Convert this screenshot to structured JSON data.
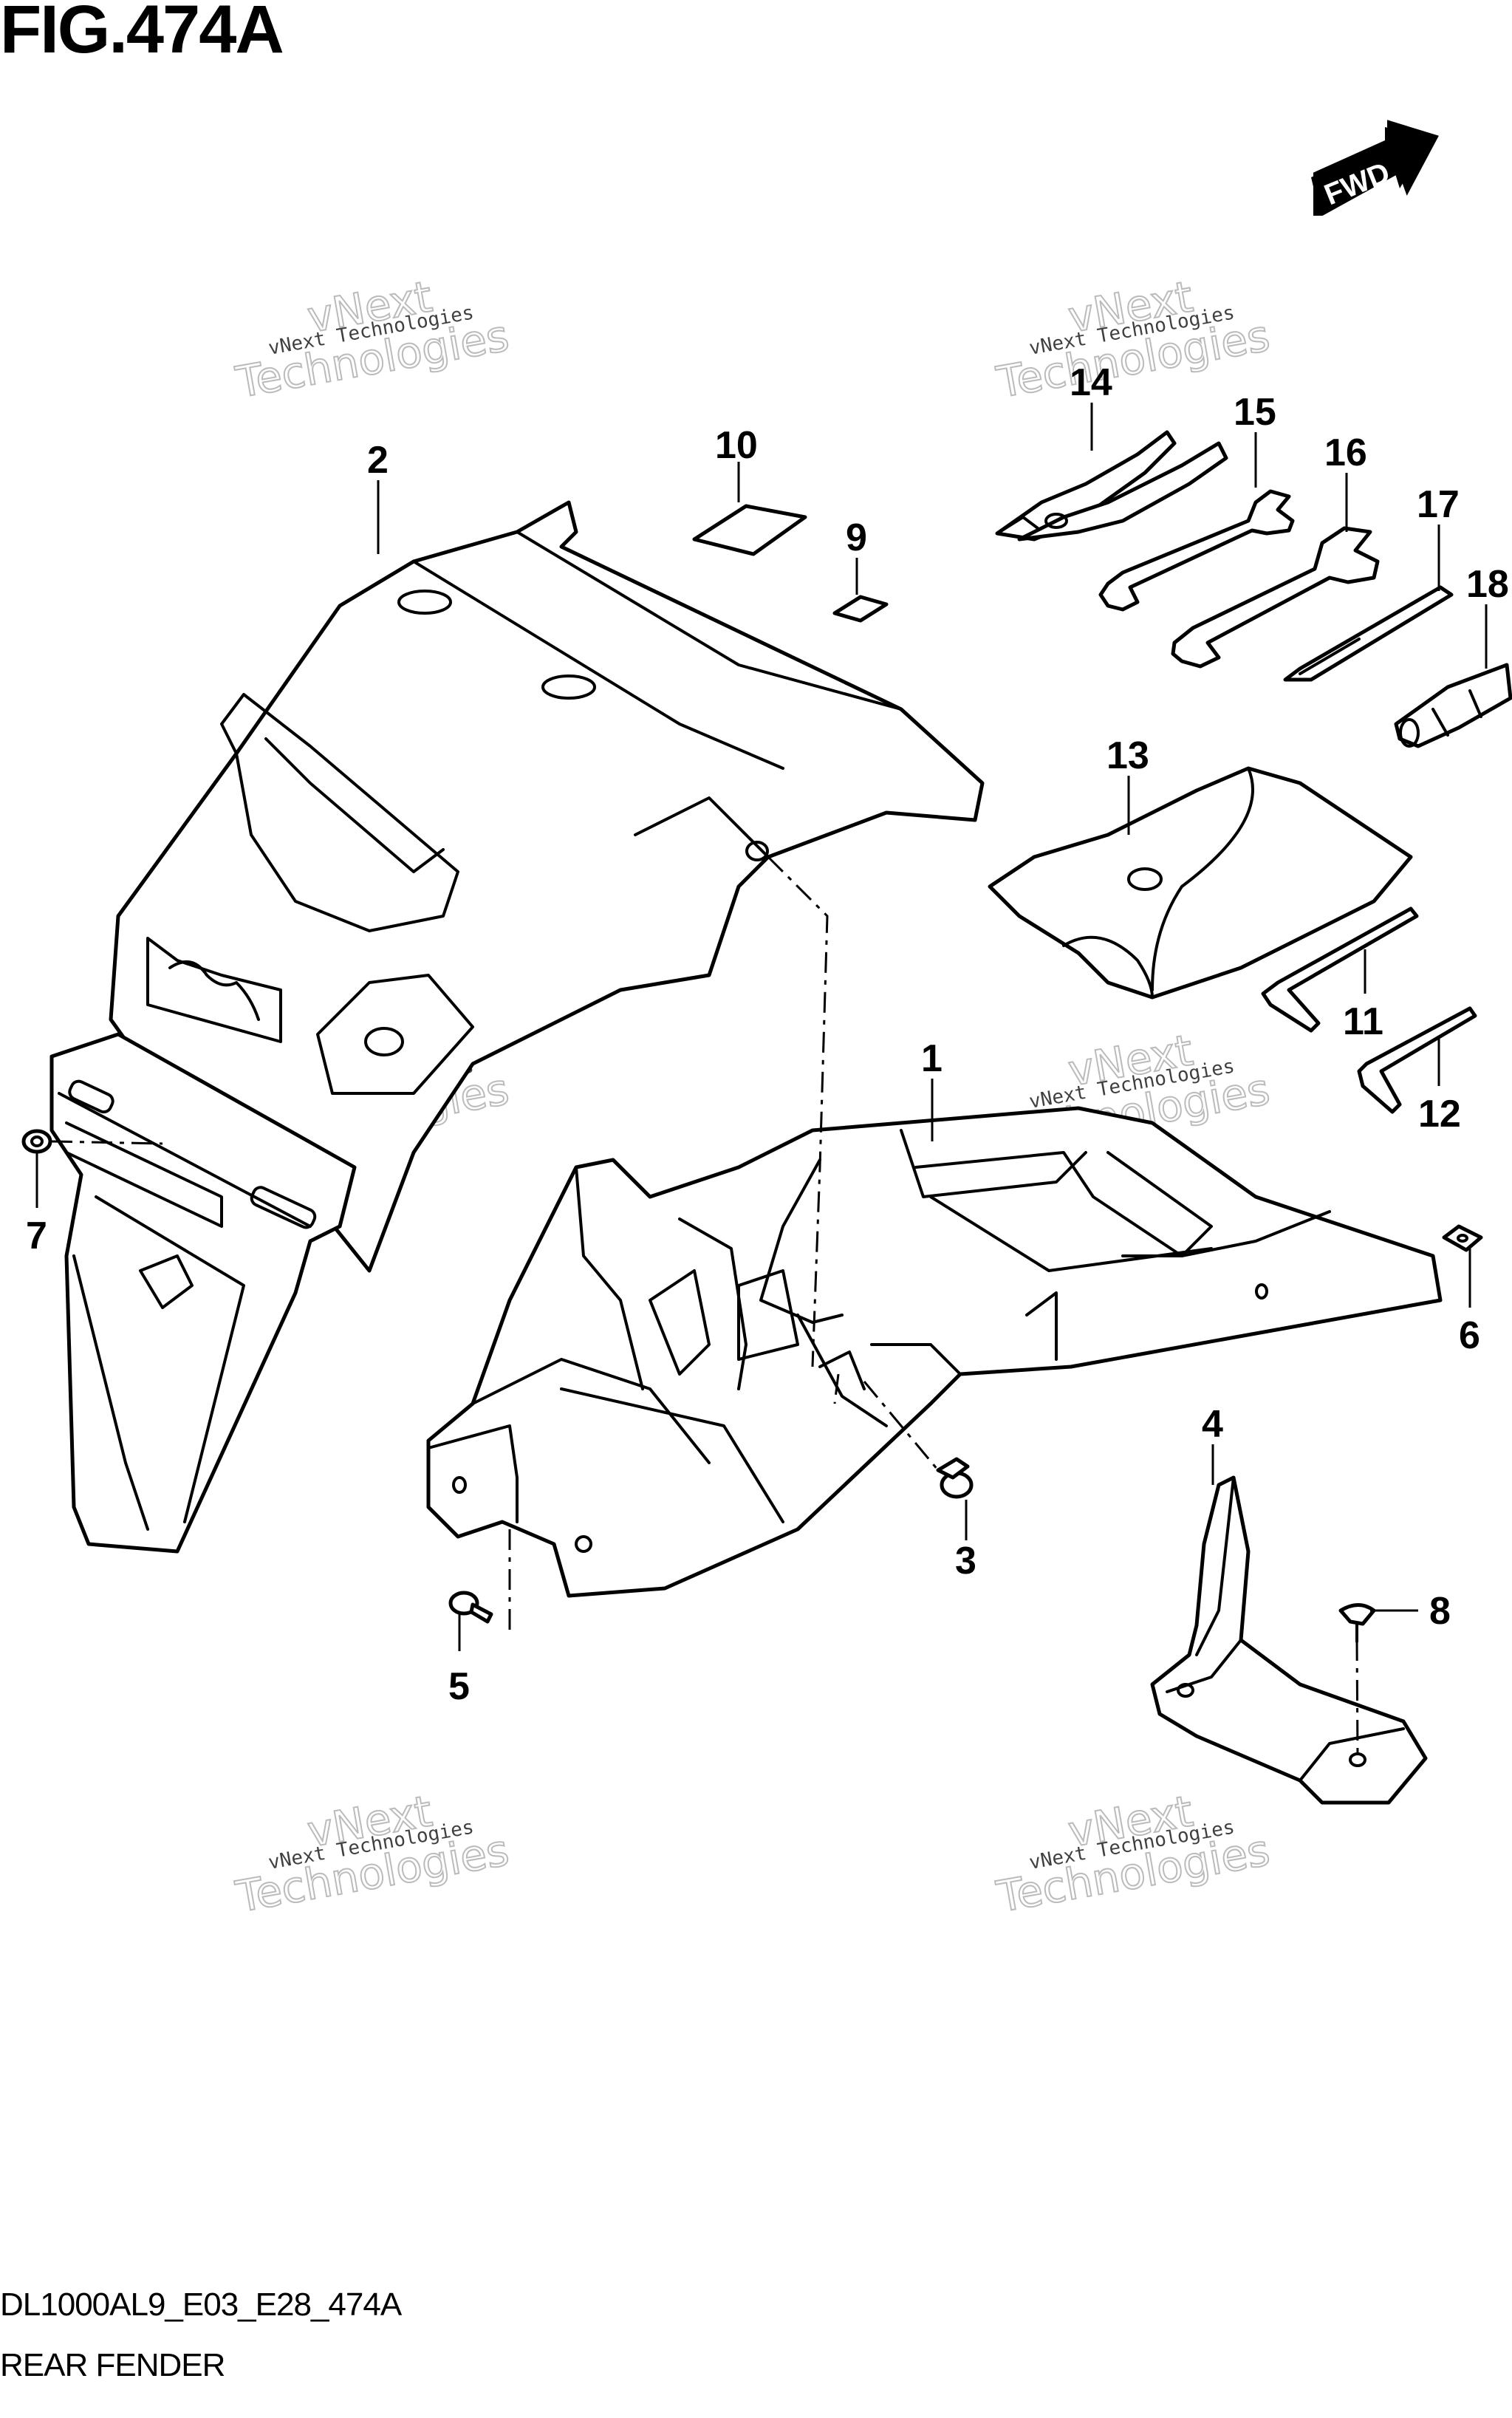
{
  "figure": {
    "title": "FIG.474A",
    "model_code": "DL1000AL9_E03_E28_474A",
    "section_name": "REAR FENDER",
    "fwd_label": "FWD"
  },
  "watermark": {
    "line_small": "vNext Technologies",
    "line_top": "vNext",
    "line_bottom": "Technologies"
  },
  "callouts": [
    "1",
    "2",
    "3",
    "4",
    "5",
    "6",
    "7",
    "8",
    "9",
    "10",
    "11",
    "12",
    "13",
    "14",
    "15",
    "16",
    "17",
    "18"
  ],
  "parts": [
    {
      "ref": "1",
      "icon": "rear-fender-inner-icon"
    },
    {
      "ref": "2",
      "icon": "rear-fender-cover-icon"
    },
    {
      "ref": "3",
      "icon": "bolt-icon"
    },
    {
      "ref": "4",
      "icon": "bracket-icon"
    },
    {
      "ref": "5",
      "icon": "bolt-icon"
    },
    {
      "ref": "6",
      "icon": "nut-clip-icon"
    },
    {
      "ref": "7",
      "icon": "washer-icon"
    },
    {
      "ref": "8",
      "icon": "screw-icon"
    },
    {
      "ref": "9",
      "icon": "pad-icon"
    },
    {
      "ref": "10",
      "icon": "pad-icon"
    },
    {
      "ref": "11",
      "icon": "hex-key-icon"
    },
    {
      "ref": "12",
      "icon": "hex-key-icon"
    },
    {
      "ref": "13",
      "icon": "tool-bag-icon"
    },
    {
      "ref": "14",
      "icon": "pliers-icon"
    },
    {
      "ref": "15",
      "icon": "wrench-icon"
    },
    {
      "ref": "16",
      "icon": "wrench-icon"
    },
    {
      "ref": "17",
      "icon": "screwdriver-icon"
    },
    {
      "ref": "18",
      "icon": "screwdriver-handle-icon"
    }
  ]
}
